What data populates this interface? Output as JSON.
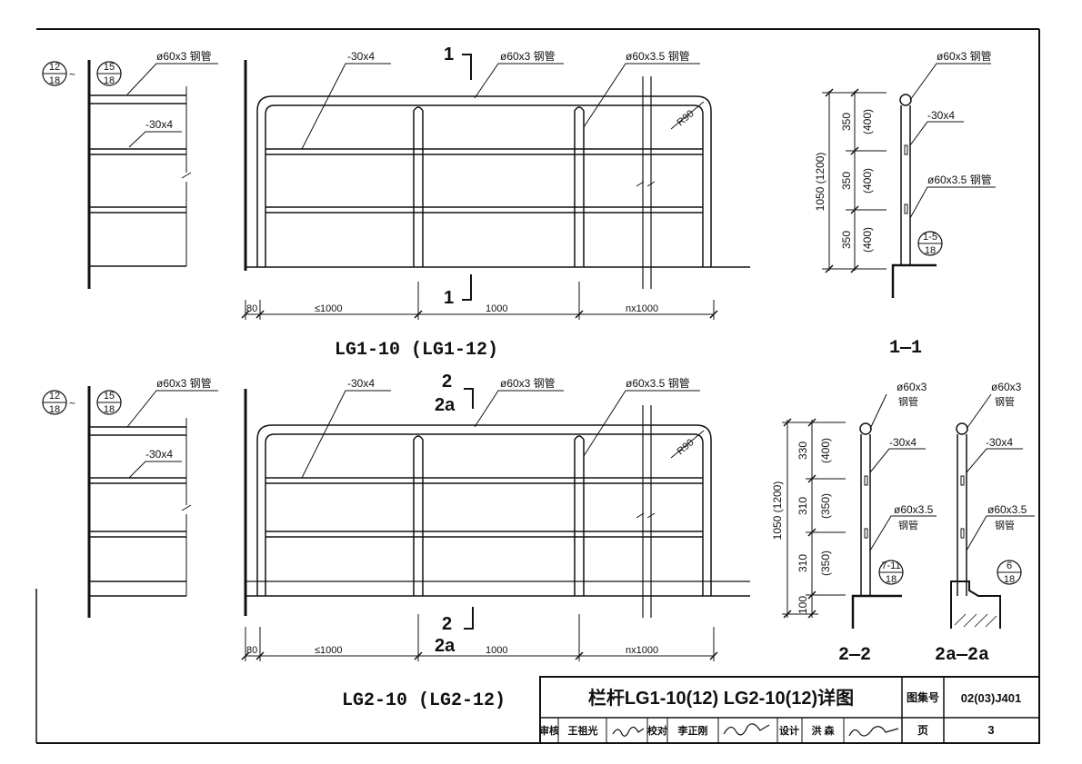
{
  "labels": {
    "pipe60x3_steel": "ø60x3 钢管",
    "pipe60x35_steel": "ø60x3.5 钢管",
    "pipe60x3": "ø60x3",
    "pipe60x35": "ø60x3.5",
    "steel": "钢管",
    "flat30x4": "-30x4",
    "radius": "R90"
  },
  "refs": {
    "r12_18": {
      "num": "12",
      "den": "18"
    },
    "r15_18": {
      "num": "15",
      "den": "18"
    },
    "r1_5_18": {
      "num": "1-5",
      "den": "18"
    },
    "r7_11_18": {
      "num": "7-11",
      "den": "18"
    },
    "r6_18": {
      "num": "6",
      "den": "18"
    },
    "tilde": "~"
  },
  "elev1": {
    "title": "LG1-10 (LG1-12)",
    "cut_top": "1",
    "cut_bottom": "1",
    "dims": [
      "80",
      "≤1000",
      "1000",
      "nx1000"
    ]
  },
  "elev2": {
    "title": "LG2-10 (LG2-12)",
    "cut_top": "2",
    "cut_top_a": "2a",
    "cut_bottom": "2",
    "cut_bottom_a": "2a",
    "dims": [
      "80",
      "≤1000",
      "1000",
      "nx1000"
    ]
  },
  "sec1": {
    "title": "1—1",
    "total": "1050 (1200)",
    "segments": [
      "350",
      "350",
      "350"
    ],
    "segments_alt": [
      "(400)",
      "(400)",
      "(400)"
    ]
  },
  "sec2": {
    "title": "2—2",
    "total": "1050 (1200)",
    "segments": [
      "330",
      "310",
      "310",
      "100"
    ],
    "segments_alt": [
      "(400)",
      "(350)",
      "(350)"
    ]
  },
  "sec2a": {
    "title": "2a—2a"
  },
  "titleblock": {
    "title": "栏杆LG1-10(12) LG2-10(12)详图",
    "atlas_label": "图集号",
    "atlas_no": "02(03)J401",
    "review_label": "审核",
    "reviewer": "王祖光",
    "check_label": "校对",
    "checker": "李正刚",
    "design_label": "设计",
    "designer": "洪 森",
    "page_label": "页",
    "page_no": "3"
  }
}
